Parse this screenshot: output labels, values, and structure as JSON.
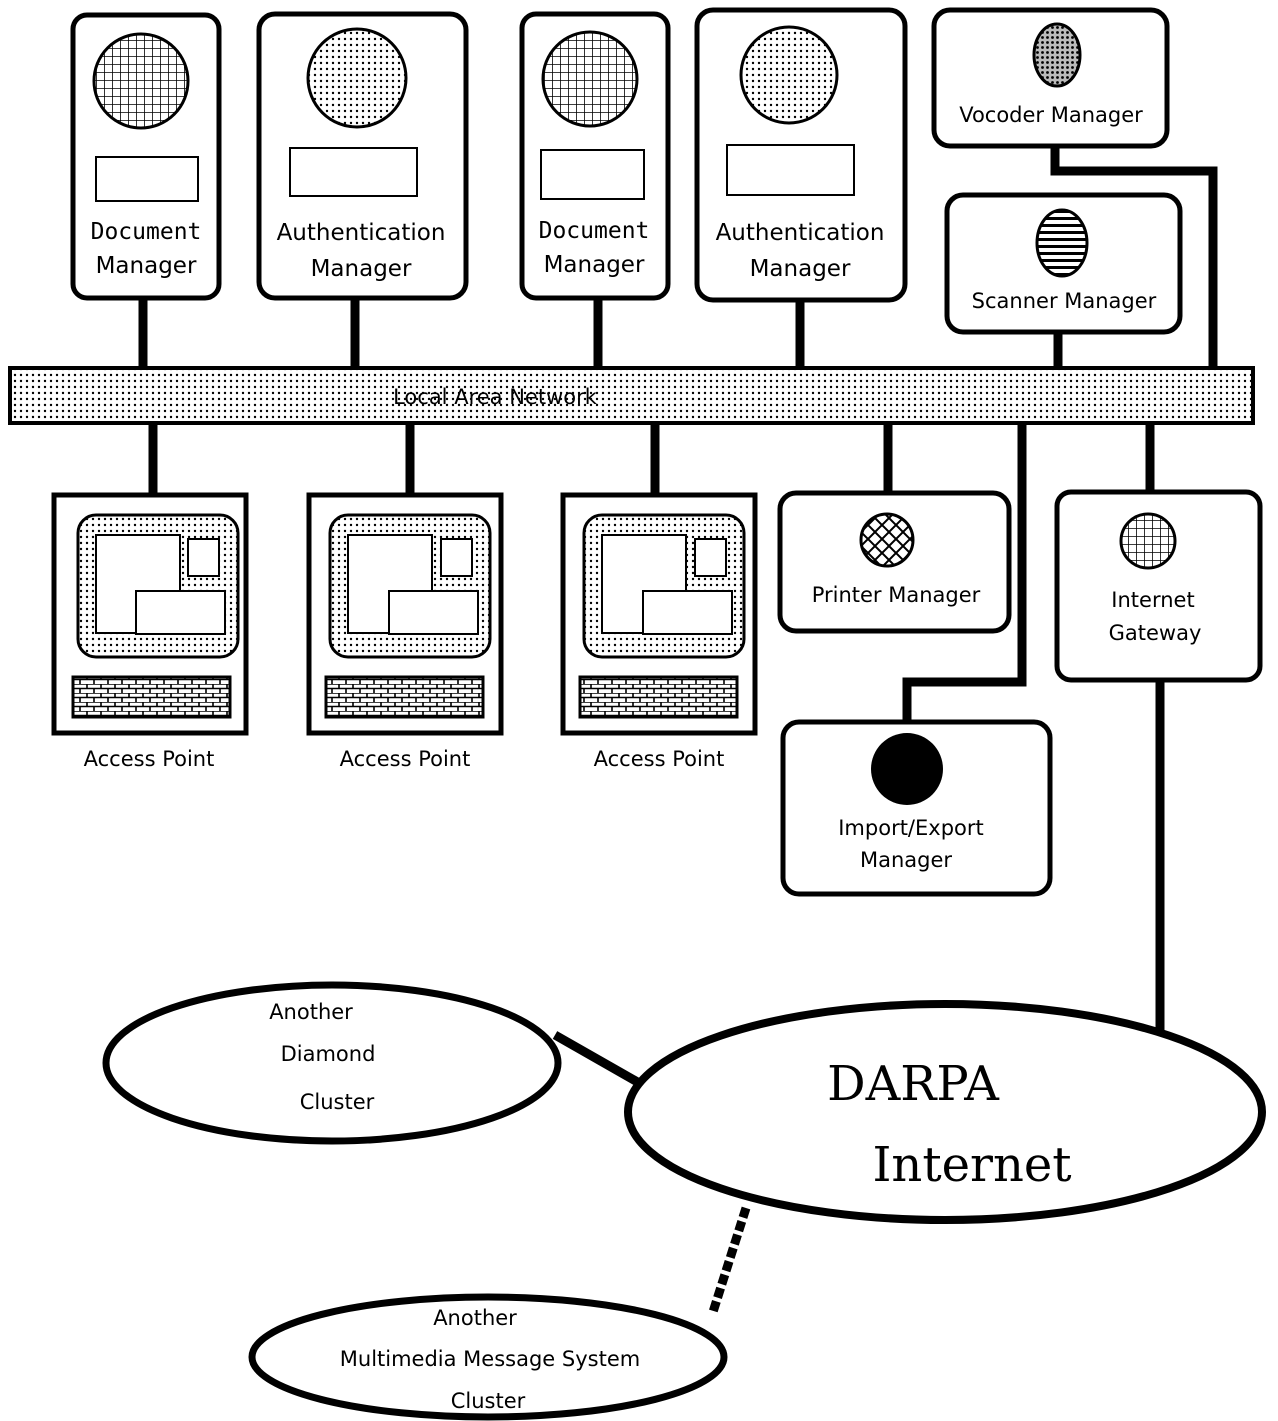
{
  "lan": {
    "label": "Local Area Network"
  },
  "servers": [
    {
      "line1": "Document",
      "line2": "Manager"
    },
    {
      "line1": "Authentication",
      "line2": "Manager"
    },
    {
      "line1": "Document",
      "line2": "Manager"
    },
    {
      "line1": "Authentication",
      "line2": "Manager"
    }
  ],
  "vocoder": {
    "label": "Vocoder Manager"
  },
  "scanner": {
    "label": "Scanner Manager"
  },
  "access_points": [
    {
      "label": "Access Point"
    },
    {
      "label": "Access Point"
    },
    {
      "label": "Access Point"
    }
  ],
  "printer": {
    "label": "Printer Manager"
  },
  "gateway": {
    "line1": "Internet",
    "line2": "Gateway"
  },
  "import_export": {
    "line1": "Import/Export",
    "line2": "Manager"
  },
  "internet": {
    "line1": "DARPA",
    "line2": "Internet"
  },
  "diamond_cluster": {
    "line1": "Another",
    "line2": "Diamond",
    "line3": "Cluster"
  },
  "mms_cluster": {
    "line1": "Another",
    "line2": "Multimedia Message System",
    "line3": "Cluster"
  },
  "colors": {
    "ink": "#000000",
    "paper": "#ffffff"
  }
}
